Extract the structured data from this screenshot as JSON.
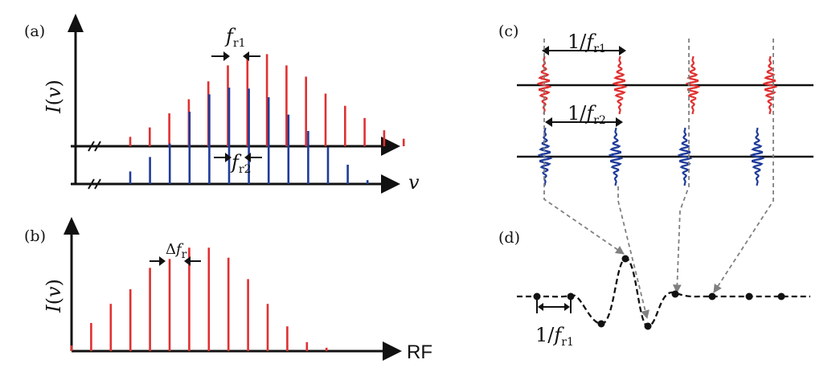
{
  "colors": {
    "red": "#e03030",
    "blue": "#1f3b9a",
    "black": "#111111",
    "gray_arrow": "#808080"
  },
  "panels": {
    "a": {
      "label": "(a)",
      "ylabel": {
        "main": "I",
        "open": "(",
        "var": "v",
        "close": ")"
      },
      "xlabel": "v",
      "spacing_red": {
        "main": "f",
        "sub": "r1"
      },
      "spacing_blue": {
        "main": "f",
        "sub": "r2"
      },
      "red_comb": [
        0.1,
        0.2,
        0.35,
        0.5,
        0.69,
        0.86,
        0.96,
        0.98,
        0.86,
        0.74,
        0.56,
        0.43,
        0.3,
        0.17,
        0.08
      ],
      "blue_comb": [
        0.13,
        0.28,
        0.42,
        0.75,
        0.93,
        1.0,
        0.99,
        0.9,
        0.72,
        0.55,
        0.38,
        0.2,
        0.04
      ]
    },
    "b": {
      "label": "(b)",
      "ylabel": {
        "main": "I",
        "open": "(",
        "var": "v",
        "close": ")"
      },
      "xlabel": "RF",
      "spacing": {
        "prefix": "Δ",
        "main": "f",
        "sub": "r"
      },
      "rf_comb": [
        0.05,
        0.25,
        0.42,
        0.55,
        0.74,
        0.82,
        0.92,
        0.92,
        0.83,
        0.64,
        0.42,
        0.22,
        0.08,
        0.03
      ]
    },
    "c": {
      "label": "(c)",
      "spacing_red": {
        "num": "1/",
        "main": "f",
        "sub": "r1"
      },
      "spacing_blue": {
        "num": "1/",
        "main": "f",
        "sub": "r2"
      }
    },
    "d": {
      "label": "(d)",
      "spacing": {
        "num": "1/",
        "main": "f",
        "sub": "r1"
      }
    }
  }
}
